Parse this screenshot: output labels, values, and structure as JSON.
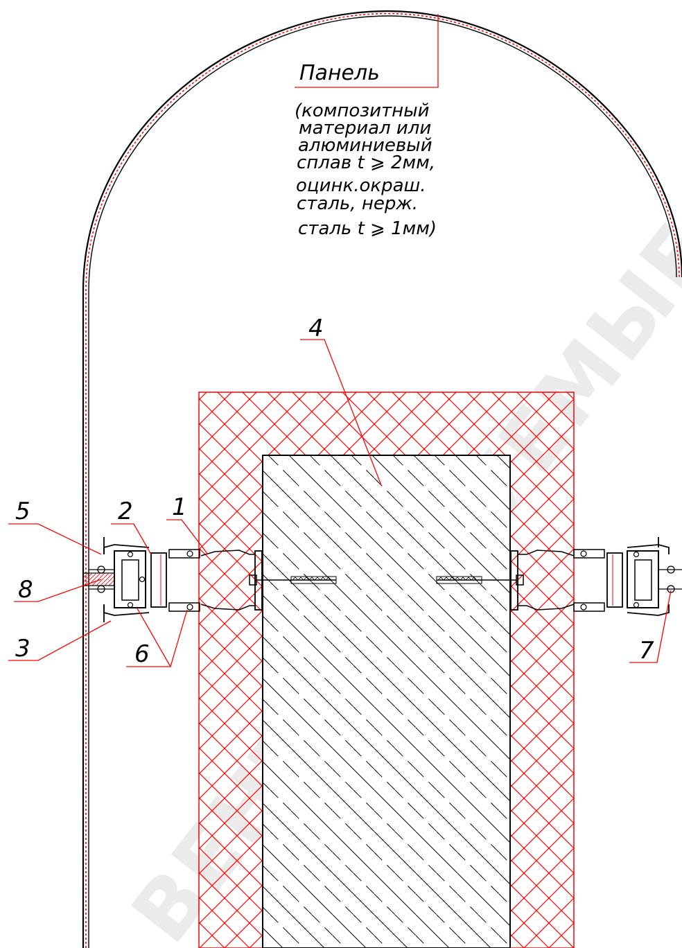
{
  "watermark": "ВЕНТИЛИРУЕМЫЕ ФАСАДЫ",
  "panel_label": "Панель",
  "panel_note": [
    "(композитный",
    "материал или",
    "алюминиевый",
    "сплав t ⩾ 2мм,",
    "оцинк.окраш.",
    "сталь, нерж.",
    "сталь t ⩾ 1мм)"
  ],
  "callouts": {
    "c1": "1",
    "c2": "2",
    "c3": "3",
    "c4": "4",
    "c5": "5",
    "c6": "6",
    "c7": "7",
    "c8": "8"
  },
  "colors": {
    "line": "#000000",
    "hatch": "#ff0000",
    "watermark": "#e8e8e8"
  }
}
